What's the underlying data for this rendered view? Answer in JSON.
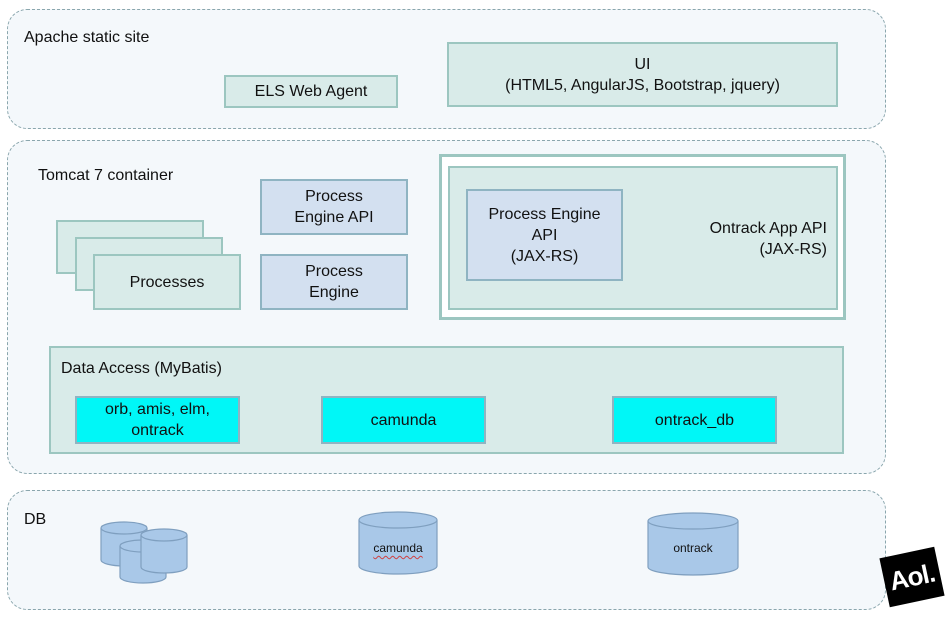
{
  "apache": {
    "label": "Apache static site",
    "els_agent": "ELS Web Agent",
    "ui": "UI\n(HTML5, AngularJS, Bootstrap, jquery)"
  },
  "tomcat": {
    "label": "Tomcat 7 container",
    "processes": "Processes",
    "process_engine_api": "Process\nEngine API",
    "process_engine": "Process\nEngine",
    "inner_api": "Process Engine\nAPI\n(JAX-RS)",
    "ontrack_app_api": "Ontrack App API\n(JAX-RS)",
    "data_access": {
      "label": "Data Access (MyBatis)",
      "items": [
        "orb, amis, elm,\nontrack",
        "camunda",
        "ontrack_db"
      ]
    }
  },
  "db": {
    "label": "DB",
    "cylinders": [
      "camunda",
      "ontrack"
    ]
  },
  "logo": {
    "text": "Aol."
  },
  "colors": {
    "box_green": "#d9ebe9",
    "box_blue": "#d3e0f0",
    "db_item": "#00f7f7",
    "cylinder": "#a9c8e8",
    "region_border": "#8aa6ad"
  }
}
